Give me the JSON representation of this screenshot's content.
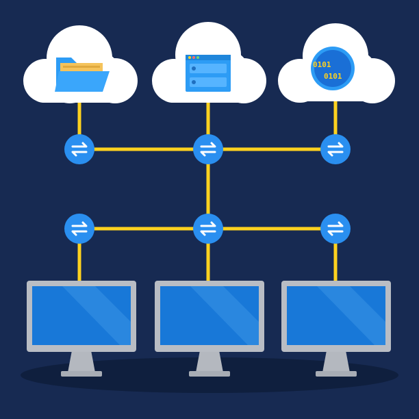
{
  "colors": {
    "background": "#172a52",
    "cloud": "#ffffff",
    "connector": "#ffd21f",
    "node": "#2a8ff0",
    "node_arrows": "#ffffff",
    "monitor_frame": "#b9bdc4",
    "monitor_screen": "#1878d8",
    "monitor_screen_shine": "#3a93e6",
    "shadow": "#0f1f3e",
    "folder_back": "#f5c35b",
    "folder_front": "#2d9cf5",
    "server": "#2d9cf5",
    "binary_circle": "#1a6fd6",
    "binary_text": "#ffd21f"
  },
  "clouds": [
    {
      "icon": "folder-icon"
    },
    {
      "icon": "server-icon"
    },
    {
      "icon": "binary-data-icon",
      "binary_lines": [
        "0101",
        "0101"
      ]
    }
  ],
  "hub_icon": "exchange-arrows-icon",
  "monitor_count": 3
}
